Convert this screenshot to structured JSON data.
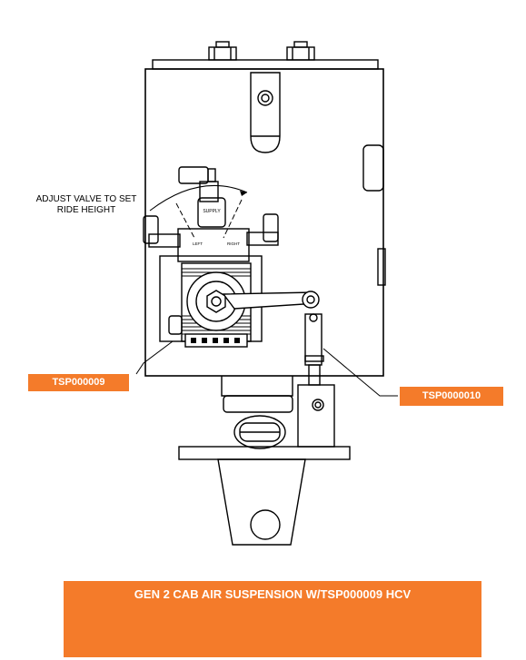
{
  "callout_adjust": {
    "line1": "ADJUST VALVE TO SET",
    "line2": "RIDE HEIGHT"
  },
  "part_tags": {
    "left": "TSP000009",
    "right": "TSP0000010"
  },
  "caption": "GEN 2 CAB AIR SUSPENSION W/TSP000009 HCV",
  "colors": {
    "accent": "#f47b2a",
    "line": "#000000",
    "shade": "#cccccc"
  }
}
